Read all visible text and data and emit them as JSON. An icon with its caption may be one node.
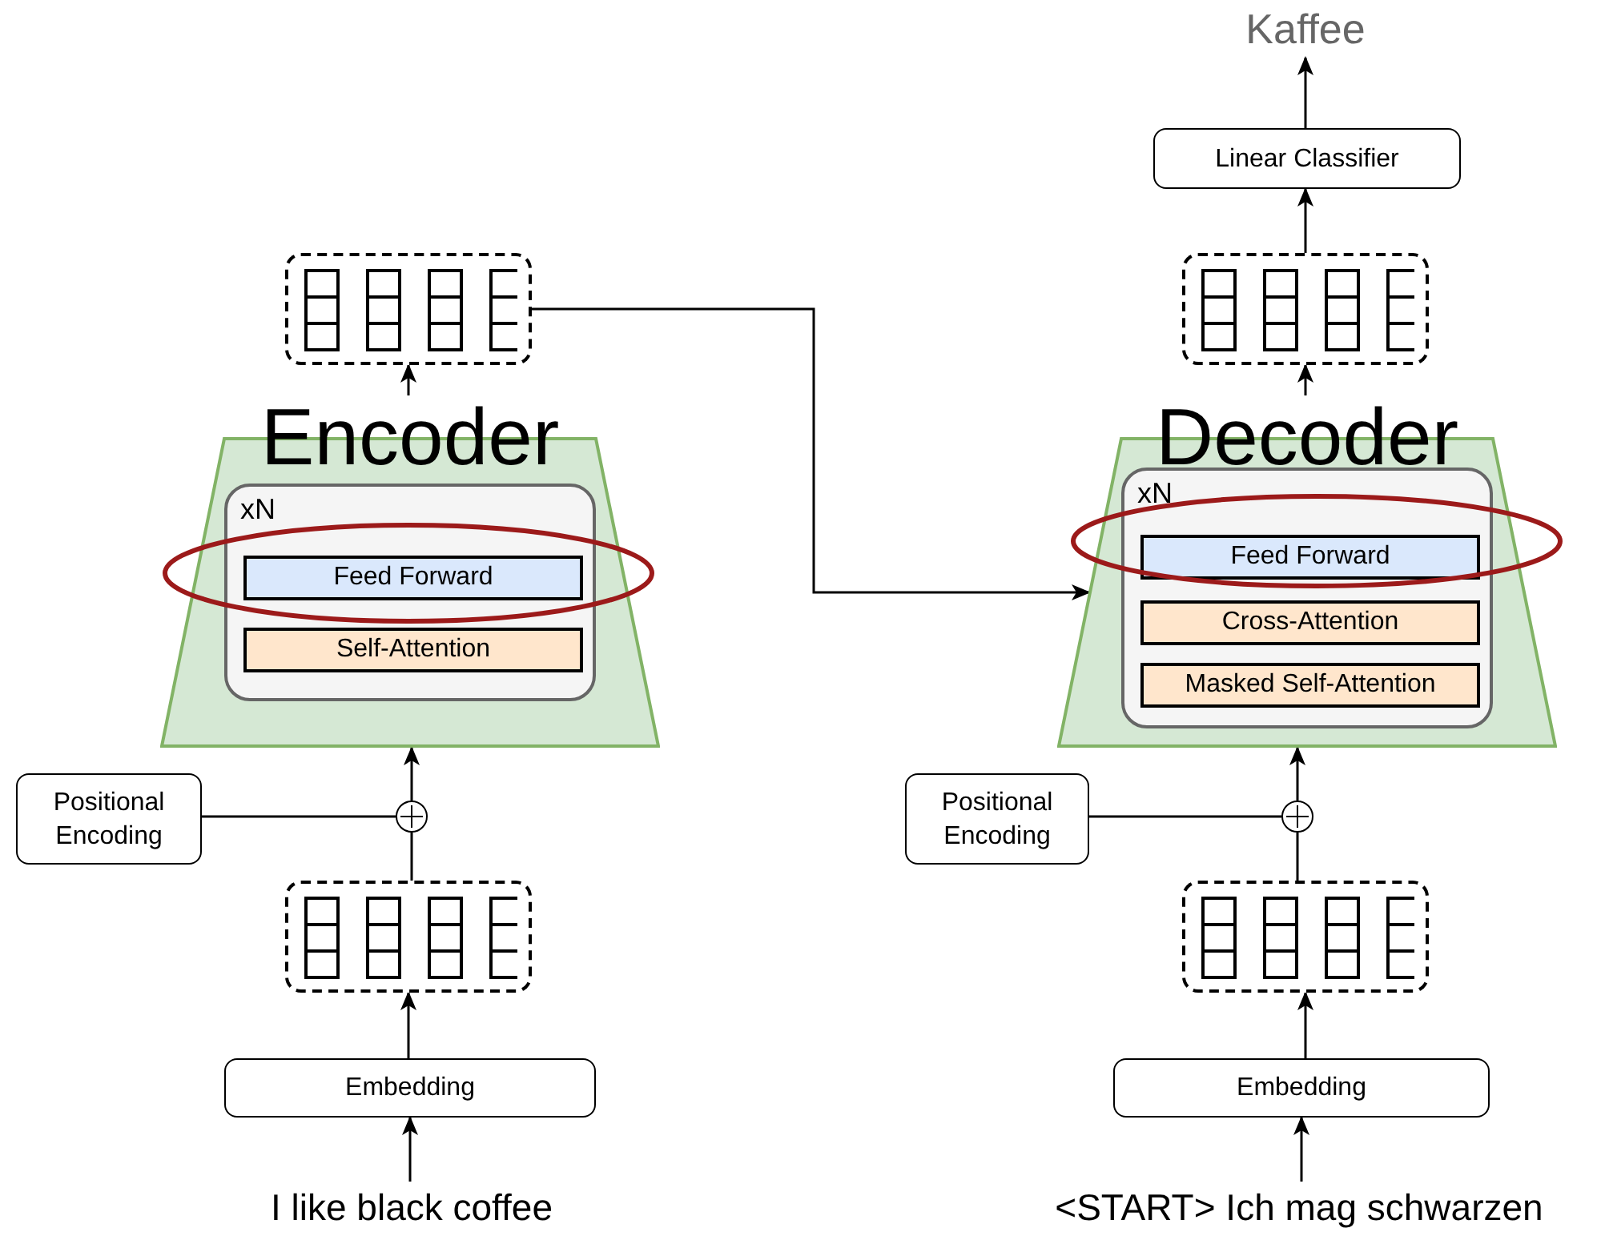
{
  "diagram": {
    "nodes": [
      {
        "text": [
          "Encoder"
        ]
      },
      {
        "text": [
          "xN"
        ],
        "in": 0
      },
      {
        "text": [
          "Feed Forward"
        ],
        "in": 1
      },
      {
        "text": [
          "Self-Attention"
        ],
        "in": 1
      },
      {
        "text": [],
        "shape": "box"
      },
      {
        "text": [],
        "shape": "circle"
      },
      {
        "text": [
          "Positional Encoding"
        ]
      },
      {
        "text": [],
        "shape": "box"
      },
      {
        "text": [
          "Embedding"
        ]
      },
      {
        "text": [
          "I like black coffee"
        ]
      },
      {
        "text": [
          "Decoder"
        ]
      },
      {
        "text": [
          "xN"
        ],
        "in": 10
      },
      {
        "text": [
          "Feed Forward"
        ],
        "in": 11
      },
      {
        "text": [
          "Cross-Attention"
        ],
        "in": 11
      },
      {
        "text": [
          "Masked Self-Attention"
        ],
        "in": 11
      },
      {
        "text": [],
        "shape": "box"
      },
      {
        "text": [
          "Linear Classifier"
        ]
      },
      {
        "text": [
          "Kaffee"
        ]
      },
      {
        "text": [],
        "shape": "circle"
      },
      {
        "text": [
          "Positional Encoding"
        ]
      },
      {
        "text": [],
        "shape": "box"
      },
      {
        "text": [
          "Embedding"
        ]
      },
      {
        "text": [
          "<START> Ich mag schwarzen"
        ]
      }
    ],
    "edges": [
      {
        "from": 9,
        "to": 8,
        "arrow": "to"
      },
      {
        "from": 8,
        "to": 7,
        "arrow": "to"
      },
      {
        "from": 7,
        "to": 5,
        "arrow": "none"
      },
      {
        "from": 6,
        "to": 5,
        "arrow": "none"
      },
      {
        "from": 5,
        "to": 0,
        "arrow": "to"
      },
      {
        "from": 0,
        "to": 4,
        "arrow": "to"
      },
      {
        "from": 4,
        "to": 10,
        "arrow": "to"
      },
      {
        "from": 22,
        "to": 21,
        "arrow": "to"
      },
      {
        "from": 21,
        "to": 20,
        "arrow": "to"
      },
      {
        "from": 20,
        "to": 18,
        "arrow": "none"
      },
      {
        "from": 19,
        "to": 18,
        "arrow": "none"
      },
      {
        "from": 18,
        "to": 10,
        "arrow": "to"
      },
      {
        "from": 10,
        "to": 15,
        "arrow": "to"
      },
      {
        "from": 15,
        "to": 16,
        "arrow": "to"
      },
      {
        "from": 16,
        "to": 17,
        "arrow": "to"
      }
    ]
  }
}
